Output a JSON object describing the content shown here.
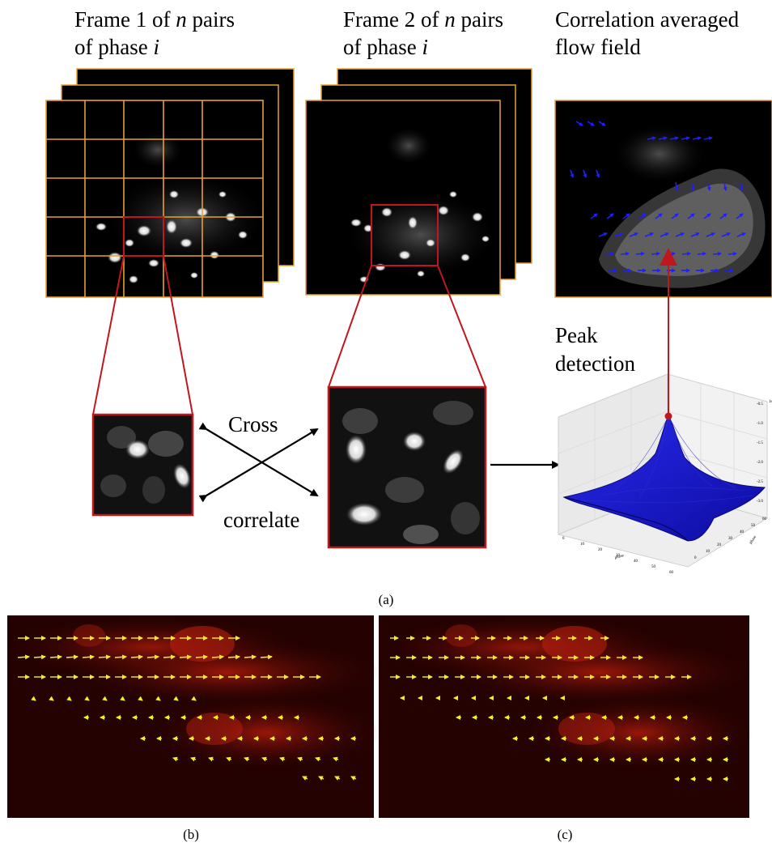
{
  "panel_a": {
    "frame1_label": {
      "line1_a": "Frame 1 of ",
      "n": "n",
      "line1_b": " pairs",
      "line2_a": "of phase ",
      "i": "i"
    },
    "frame2_label": {
      "line1_a": "Frame 2 of ",
      "n": "n",
      "line1_b": " pairs",
      "line2_a": "of phase ",
      "i": "i"
    },
    "flow_label": {
      "line1": "Correlation averaged",
      "line2": "flow field"
    },
    "peak_label": {
      "line1": "Peak",
      "line2": "detection"
    },
    "cross_label": "Cross",
    "correlate_label": "correlate",
    "surface_plot": {
      "z_ticks": [
        "-0.5",
        "-1.0",
        "-1.5",
        "-2.0",
        "-2.5",
        "-3.0"
      ],
      "x_ticks": [
        "0",
        "10",
        "20",
        "30",
        "40",
        "50",
        "60"
      ],
      "y_ticks": [
        "0",
        "10",
        "20",
        "30",
        "40",
        "50",
        "60"
      ],
      "x_label": "phase",
      "y_label": "phase",
      "z_label": "1e"
    },
    "caption": "(a)"
  },
  "panel_b": {
    "caption": "(b)"
  },
  "panel_c": {
    "caption": "(c)"
  },
  "colors": {
    "grid": "#e8a030",
    "zoom_box": "#c0171d",
    "peak_arrow": "#c0171d",
    "surface": "#1a1adc",
    "flow_arrows_blue": "#1e1eff",
    "flow_arrows_yellow": "#f2f020",
    "tissue_red": "#7a0a04"
  }
}
